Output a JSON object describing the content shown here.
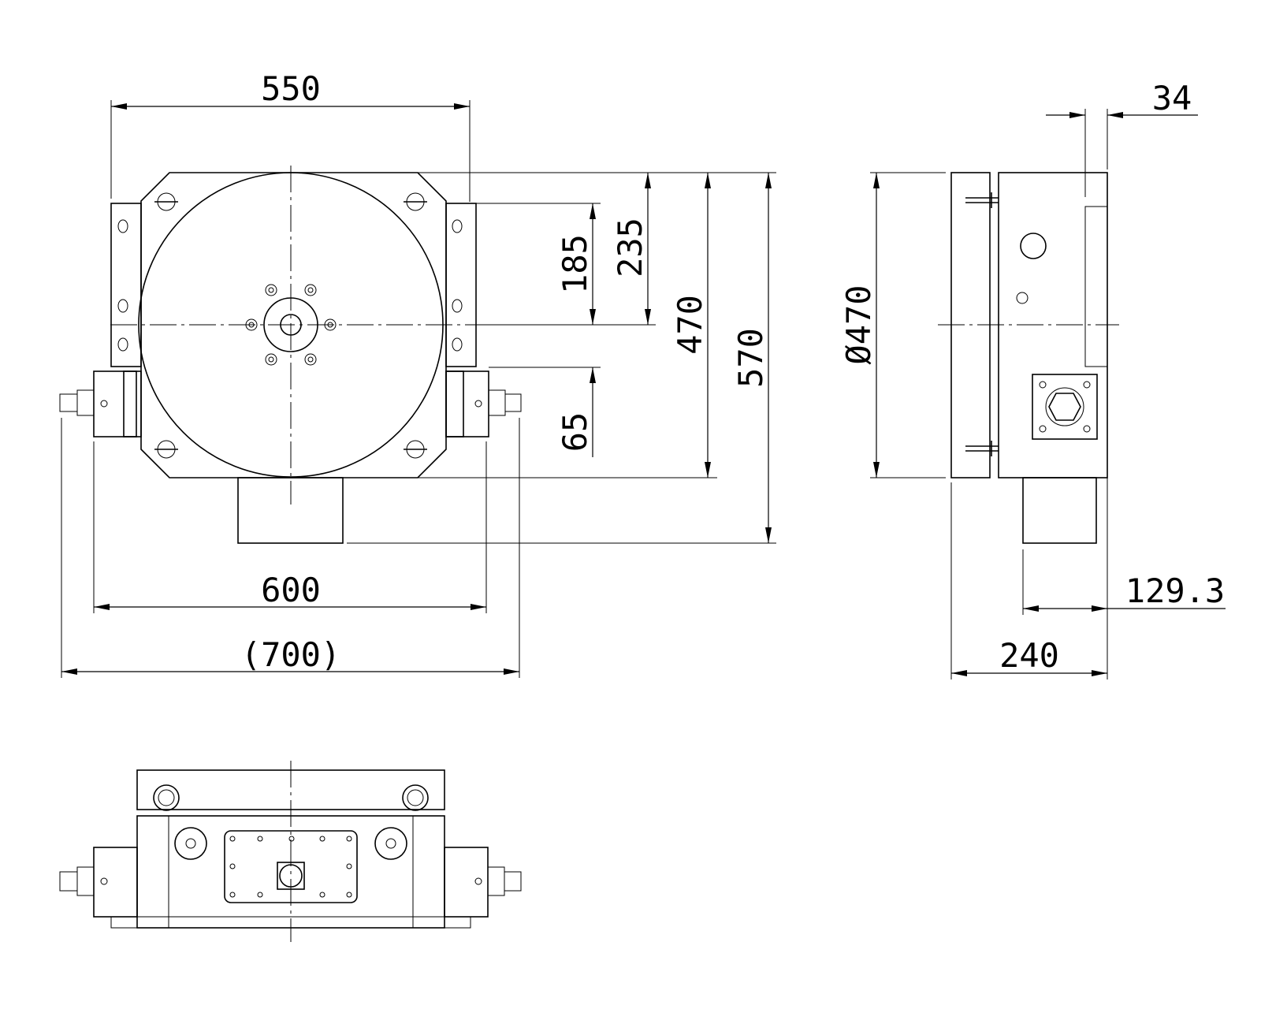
{
  "dimensions": {
    "top_width": "550",
    "base_width": "600",
    "overall_width": "(700)",
    "upper_radius": "185",
    "upper_flange": "235",
    "table_height": "470",
    "overall_height": "570",
    "lower_offset": "65",
    "side_offset": "34",
    "table_diameter": "Ø470",
    "motor_depth": "129.3",
    "side_depth": "240"
  }
}
